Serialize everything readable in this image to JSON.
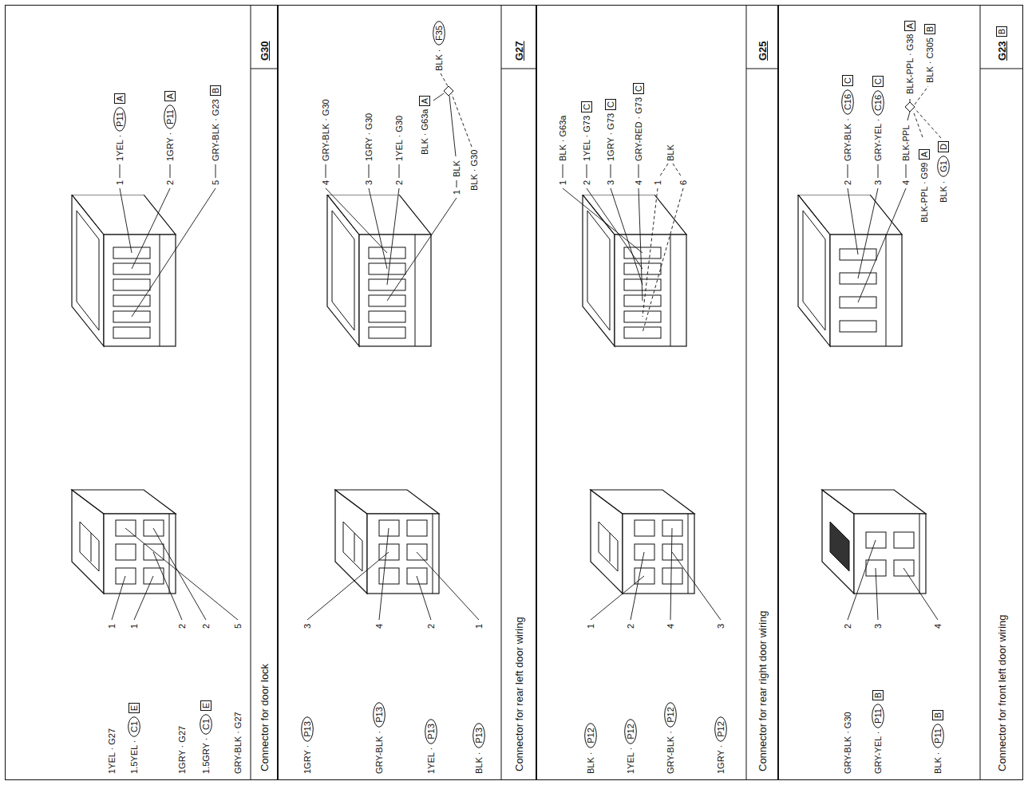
{
  "diagram": {
    "nodes": [
      {
        "text": [
          "Connector for door lock",
          "G30"
        ]
      },
      {
        "text": [
          "P11"
        ],
        "in": 0
      },
      {
        "text": [
          "A"
        ],
        "in": 0
      },
      {
        "text": [
          "C1"
        ],
        "in": 0
      },
      {
        "text": [
          "E"
        ],
        "in": 0
      },
      {
        "text": [
          "P11"
        ],
        "in": 0
      },
      {
        "text": [
          "A"
        ],
        "in": 0
      },
      {
        "text": [
          "C1"
        ],
        "in": 0
      },
      {
        "text": [
          "E"
        ],
        "in": 0
      },
      {
        "text": [
          "B"
        ],
        "in": 0
      },
      {
        "text": [
          "Connector for rear left door wiring",
          "G27"
        ]
      },
      {
        "text": [
          "P13"
        ],
        "in": 10
      },
      {
        "text": [
          "P13"
        ],
        "in": 10
      },
      {
        "text": [
          "A"
        ],
        "in": 10
      },
      {
        "text": [
          "P13"
        ],
        "in": 10
      },
      {
        "text": [
          "F35"
        ],
        "in": 10
      },
      {
        "text": [
          "P13"
        ],
        "in": 10
      },
      {
        "text": [
          "Connector for rear right door wiring",
          "G25"
        ]
      },
      {
        "text": [
          "C"
        ],
        "in": 17
      },
      {
        "text": [
          "P12"
        ],
        "in": 17
      },
      {
        "text": [
          "C"
        ],
        "in": 17
      },
      {
        "text": [
          "P12"
        ],
        "in": 17
      },
      {
        "text": [
          "C"
        ],
        "in": 17
      },
      {
        "text": [
          "P12"
        ],
        "in": 17
      },
      {
        "text": [
          "P12"
        ],
        "in": 17
      },
      {
        "text": [
          "Connector for front left door wiring",
          "G23"
        ]
      },
      {
        "text": [
          "C16"
        ],
        "in": 25
      },
      {
        "text": [
          "C"
        ],
        "in": 25
      },
      {
        "text": [
          "P11"
        ],
        "in": 25
      },
      {
        "text": [
          "B"
        ],
        "in": 25
      },
      {
        "text": [
          "C16"
        ],
        "in": 25
      },
      {
        "text": [
          "C"
        ],
        "in": 25
      },
      {
        "text": [
          "A"
        ],
        "in": 25
      },
      {
        "text": [
          "A"
        ],
        "in": 25
      },
      {
        "text": [
          "P11"
        ],
        "in": 25
      },
      {
        "text": [
          "B"
        ],
        "in": 25
      },
      {
        "text": [
          "G1"
        ],
        "in": 25
      },
      {
        "text": [
          "D"
        ],
        "in": 25
      },
      {
        "text": [
          "B"
        ],
        "in": 25
      },
      {
        "text": [
          "B"
        ],
        "in": 25
      }
    ],
    "labels": [
      "1YEL · G27",
      "1",
      "1",
      "1YEL ·",
      "1.5YEL ·",
      "1",
      "2",
      "1GRY ·",
      "1GRY · G27",
      "2",
      "1.5GRY ·",
      "2",
      "5",
      "GRY-BLK · G23",
      "GRY-BLK · G27",
      "5",
      "1GRY ·",
      "3",
      "4",
      "GRY-BLK · G30",
      "3",
      "1GRY · G30",
      "GRY-BLK ·",
      "4",
      "2",
      "1YEL · G30",
      "BLK · G63a",
      "1YEL ·",
      "2",
      "BLK ·",
      "1",
      "BLK",
      "BLK · G30",
      "BLK ·",
      "1",
      "1",
      "BLK · G63a",
      "2",
      "1YEL · G73",
      "BLK ·",
      "1",
      "3",
      "1GRY · G73",
      "1YEL ·",
      "2",
      "4",
      "GRY-RED · G73",
      "1",
      "BLK",
      "6",
      "GRY-BLK ·",
      "4",
      "1GRY ·",
      "3",
      "GRY-BLK · G30",
      "2",
      "2",
      "GRY-BLK ·",
      "GRY-YEL ·",
      "3",
      "3",
      "GRY-YEL ·",
      "4",
      "BLK-PPL",
      "BLK-PPL · G99",
      "BLK-PPL · G38",
      "BLK ·",
      "4",
      "BLK ·",
      "BLK · C305"
    ]
  }
}
